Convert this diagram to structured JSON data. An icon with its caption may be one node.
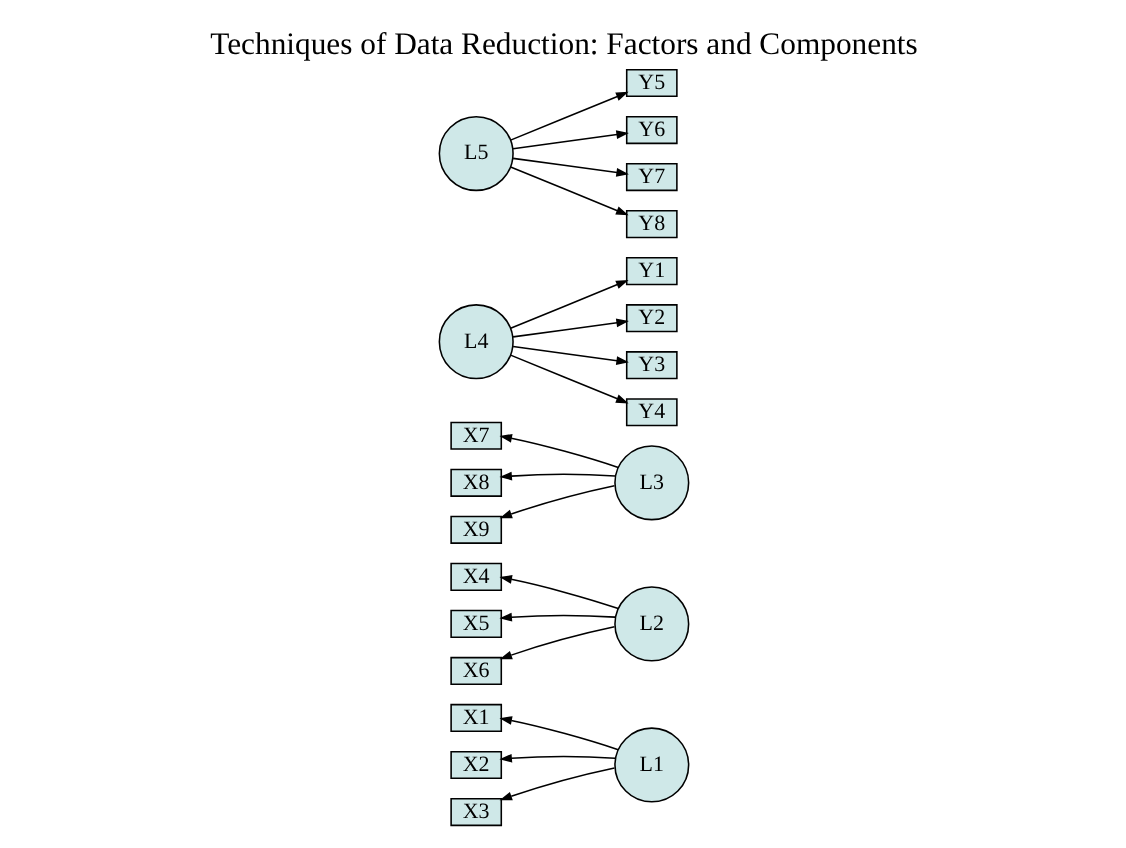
{
  "diagram": {
    "title": "Techniques of Data Reduction: Factors and Components",
    "nodes": [
      {
        "text": [
          "L1"
        ]
      },
      {
        "text": [
          "X1"
        ]
      },
      {
        "text": [
          "X2"
        ]
      },
      {
        "text": [
          "X3"
        ]
      },
      {
        "text": [
          "L2"
        ]
      },
      {
        "text": [
          "X4"
        ]
      },
      {
        "text": [
          "X5"
        ]
      },
      {
        "text": [
          "X6"
        ]
      },
      {
        "text": [
          "L3"
        ]
      },
      {
        "text": [
          "X7"
        ]
      },
      {
        "text": [
          "X8"
        ]
      },
      {
        "text": [
          "X9"
        ]
      },
      {
        "text": [
          "L4"
        ]
      },
      {
        "text": [
          "Y1"
        ]
      },
      {
        "text": [
          "Y2"
        ]
      },
      {
        "text": [
          "Y3"
        ]
      },
      {
        "text": [
          "Y4"
        ]
      },
      {
        "text": [
          "L5"
        ]
      },
      {
        "text": [
          "Y5"
        ]
      },
      {
        "text": [
          "Y6"
        ]
      },
      {
        "text": [
          "Y7"
        ]
      },
      {
        "text": [
          "Y8"
        ]
      }
    ],
    "edges": [
      {
        "from": 0,
        "to": 1,
        "arrow": "to"
      },
      {
        "from": 0,
        "to": 2,
        "arrow": "to"
      },
      {
        "from": 0,
        "to": 3,
        "arrow": "to"
      },
      {
        "from": 4,
        "to": 5,
        "arrow": "to"
      },
      {
        "from": 4,
        "to": 6,
        "arrow": "to"
      },
      {
        "from": 4,
        "to": 7,
        "arrow": "to"
      },
      {
        "from": 8,
        "to": 9,
        "arrow": "to"
      },
      {
        "from": 8,
        "to": 10,
        "arrow": "to"
      },
      {
        "from": 8,
        "to": 11,
        "arrow": "to"
      },
      {
        "from": 12,
        "to": 13,
        "arrow": "to"
      },
      {
        "from": 12,
        "to": 14,
        "arrow": "to"
      },
      {
        "from": 12,
        "to": 15,
        "arrow": "to"
      },
      {
        "from": 12,
        "to": 16,
        "arrow": "to"
      },
      {
        "from": 17,
        "to": 18,
        "arrow": "to"
      },
      {
        "from": 17,
        "to": 19,
        "arrow": "to"
      },
      {
        "from": 17,
        "to": 20,
        "arrow": "to"
      },
      {
        "from": 17,
        "to": 21,
        "arrow": "to"
      }
    ]
  }
}
